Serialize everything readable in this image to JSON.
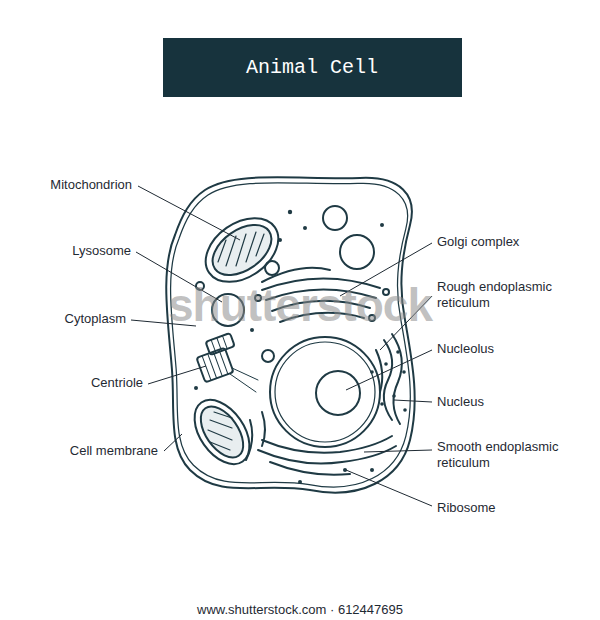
{
  "diagram": {
    "title": "Animal Cell",
    "labels": [
      "Mitochondrion",
      "Lysosome",
      "Cytoplasm",
      "Centriole",
      "Cell membrane",
      "Golgi complex",
      "Rough endoplasmic reticulum",
      "Nucleolus",
      "Nucleus",
      "Smooth endoplasmic reticulum",
      "Ribosome",
      "shutterstock",
      "www.shutterstock.com · 612447695"
    ]
  }
}
